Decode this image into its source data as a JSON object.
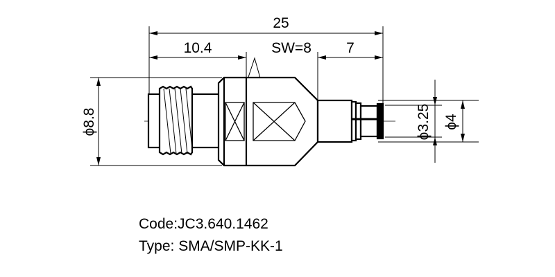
{
  "dimensions": {
    "overall_length": "25",
    "left_length": "10.4",
    "wrench_size": "SW=8",
    "right_length": "7",
    "body_diameter": "ϕ8.8",
    "pin_diameter": "ϕ3.25",
    "tip_diameter": "ϕ4"
  },
  "caption": {
    "code": "Code:JC3.640.1462",
    "type": "Type: SMA/SMP-KK-1"
  },
  "colors": {
    "line": "#000000",
    "background": "#ffffff"
  }
}
